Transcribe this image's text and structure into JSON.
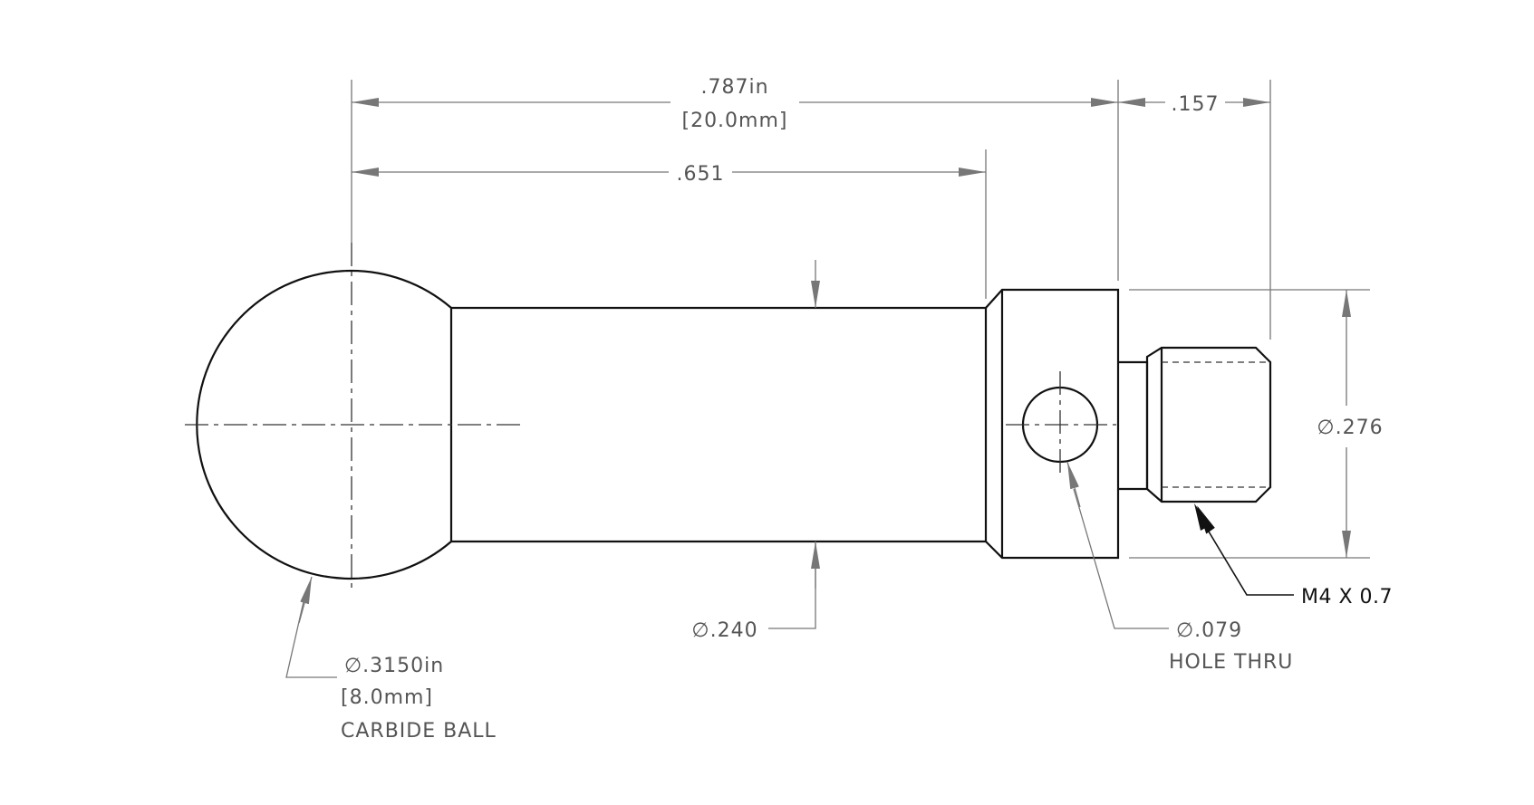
{
  "dimensions": {
    "overall_length_in": ".787in",
    "overall_length_mm": "[20.0mm]",
    "shank_length": ".651",
    "thread_length": ".157",
    "collar_diameter": "∅.276",
    "shank_diameter": "∅.240",
    "ball_diameter_in": "∅.3150in",
    "ball_diameter_mm": "[8.0mm]",
    "ball_note": "CARBIDE BALL",
    "hole_diameter": "∅.079",
    "hole_note": "HOLE THRU",
    "thread_spec": "M4 X 0.7"
  }
}
